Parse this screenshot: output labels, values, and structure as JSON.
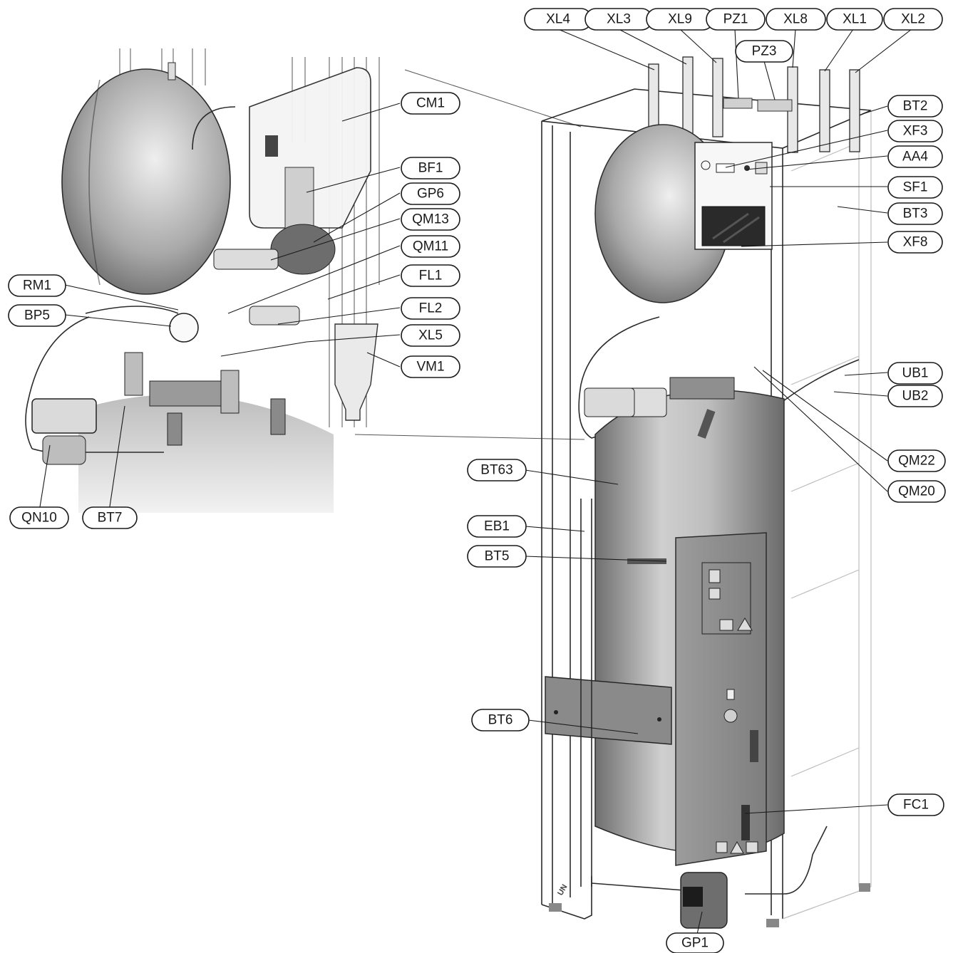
{
  "labels": {
    "xl4": "XL4",
    "xl3": "XL3",
    "xl9": "XL9",
    "pz1": "PZ1",
    "xl8": "XL8",
    "xl1": "XL1",
    "xl2": "XL2",
    "pz3": "PZ3",
    "cm1": "CM1",
    "bt2": "BT2",
    "xf3": "XF3",
    "aa4": "AA4",
    "sf1": "SF1",
    "bt3": "BT3",
    "xf8": "XF8",
    "bf1": "BF1",
    "gp6": "GP6",
    "qm13": "QM13",
    "qm11": "QM11",
    "fl1": "FL1",
    "fl2": "FL2",
    "xl5": "XL5",
    "vm1": "VM1",
    "rm1": "RM1",
    "bp5": "BP5",
    "ub1": "UB1",
    "ub2": "UB2",
    "qm22": "QM22",
    "qm20": "QM20",
    "bt63": "BT63",
    "eb1": "EB1",
    "bt5": "BT5",
    "bt6": "BT6",
    "fc1": "FC1",
    "gp1": "GP1",
    "qn10": "QN10",
    "bt7": "BT7"
  },
  "colors": {
    "outline": "#1a1a1a",
    "tank_light": "#e6e6e6",
    "tank_dark": "#7d7d7d",
    "panel": "#8f8f8f"
  },
  "marking": "UN"
}
